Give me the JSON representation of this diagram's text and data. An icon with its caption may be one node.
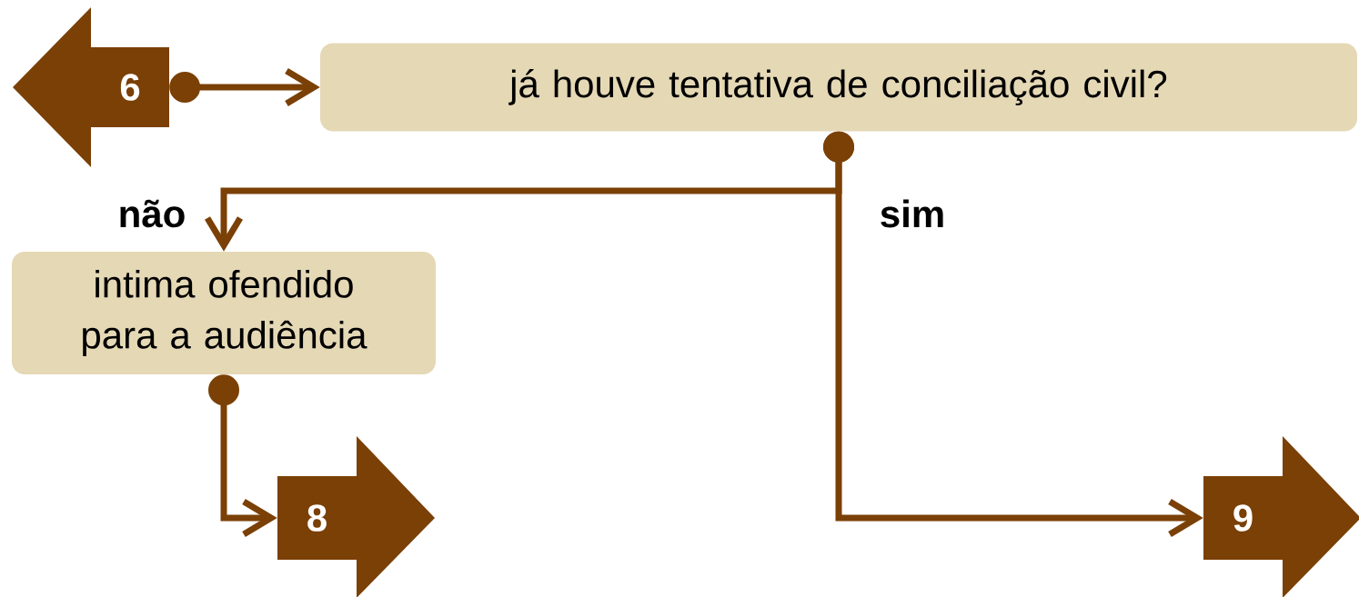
{
  "diagram": {
    "nodes": [
      {
        "text": [
          "6"
        ]
      },
      {
        "text": [
          "já houve tentativa de conciliação civil?"
        ]
      },
      {
        "text": [
          "intima ofendido para a audiência"
        ]
      },
      {
        "text": [
          "8"
        ]
      },
      {
        "text": [
          "9"
        ]
      }
    ],
    "edges": [
      {
        "from": 0,
        "to": 1,
        "arrow": "to"
      },
      {
        "from": 1,
        "to": 2,
        "arrow": "to",
        "label": "não"
      },
      {
        "from": 1,
        "to": 4,
        "arrow": "to",
        "label": "sim"
      },
      {
        "from": 2,
        "to": 3,
        "arrow": "to"
      }
    ]
  }
}
